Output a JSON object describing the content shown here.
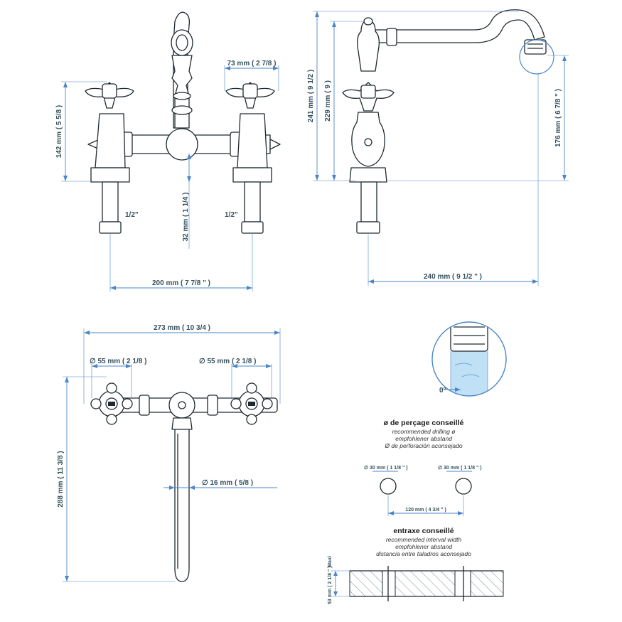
{
  "colors": {
    "dimension_line": "#4a86c8",
    "dimension_text": "#35505c",
    "outline": "#1f2a30",
    "water": "#bfe0f5",
    "hatch": "#7b8c93"
  },
  "front_view": {
    "height_handle": "142 mm ( 5 5/8 )",
    "handle_width": "73 mm ( 2 7/8 )",
    "thread_left": "1/2\"",
    "thread_right": "1/2\"",
    "shank_length": "32 mm ( 1 1/4 )",
    "center_distance": "200 mm ( 7 7/8 \" )"
  },
  "side_view": {
    "total_height": "241 mm ( 9 1/2 )",
    "spout_height": "229 mm ( 9 )",
    "outlet_height": "176 mm ( 6 7/8 \" )",
    "spout_reach": "240 mm ( 9 1/2 \" )"
  },
  "top_view": {
    "overall_width": "273 mm ( 10 3/4 )",
    "handle_dia_left": "∅  55 mm  ( 2 1/8 )",
    "handle_dia_right": "∅  55 mm  ( 2 1/8 )",
    "spout_dia": "∅  16 mm  ( 5/8 )",
    "spout_length": "288 mm ( 11 3/8 )"
  },
  "aerator_detail": {
    "angle": "0°"
  },
  "drilling": {
    "title": "ø de perçage conseillé",
    "lines": [
      "recommended drilling ø",
      "empfohlener abstand",
      "Ø de perforación aconsejado"
    ],
    "hole_left": "∅  30 mm  ( 1 1/8 \" )",
    "hole_right": "∅  30 mm  ( 1 1/8 \" )",
    "spacing": "120 mm ( 4 3/4 \" )"
  },
  "interval": {
    "title": "entraxe conseillé",
    "lines": [
      "recommended interval width",
      "empfohlener abstand",
      "distancia entre taladros aconsejado"
    ],
    "thickness": "53 mm ( 2 1/8 \" )",
    "max_label": "Maxi"
  }
}
